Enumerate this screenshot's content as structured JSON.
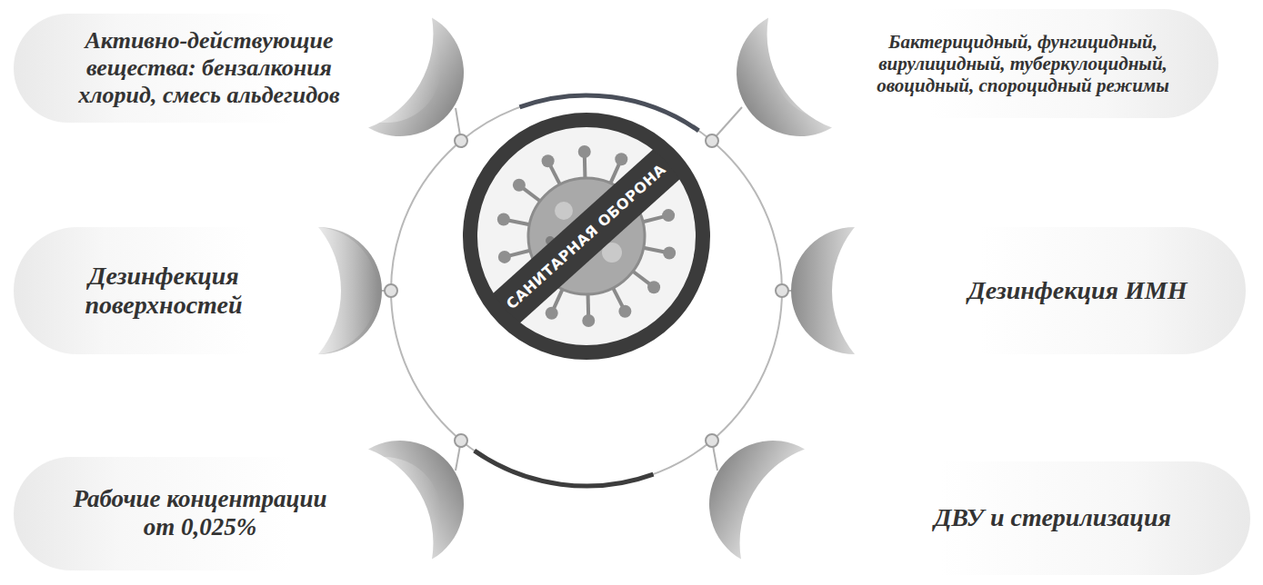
{
  "diagram": {
    "nodes": [
      {
        "text": [
          "Активно-действующие вещества: бензалкония хлорид, смесь альдегидов"
        ]
      },
      {
        "text": [
          "Бактерицидный, фунгицидный, вирулицидный, туберкулоцидный, овоцидный, спороцидный режимы"
        ]
      },
      {
        "text": [
          "Дезинфекция поверхностей"
        ]
      },
      {
        "text": [
          "Дезинфекция ИМН"
        ]
      },
      {
        "text": [
          "Рабочие концентрации от 0,025%"
        ]
      },
      {
        "text": [
          "ДВУ и стерилизация"
        ]
      },
      {
        "text": [
          "САНИТАРНАЯ ОБОРОНА"
        ]
      }
    ]
  }
}
